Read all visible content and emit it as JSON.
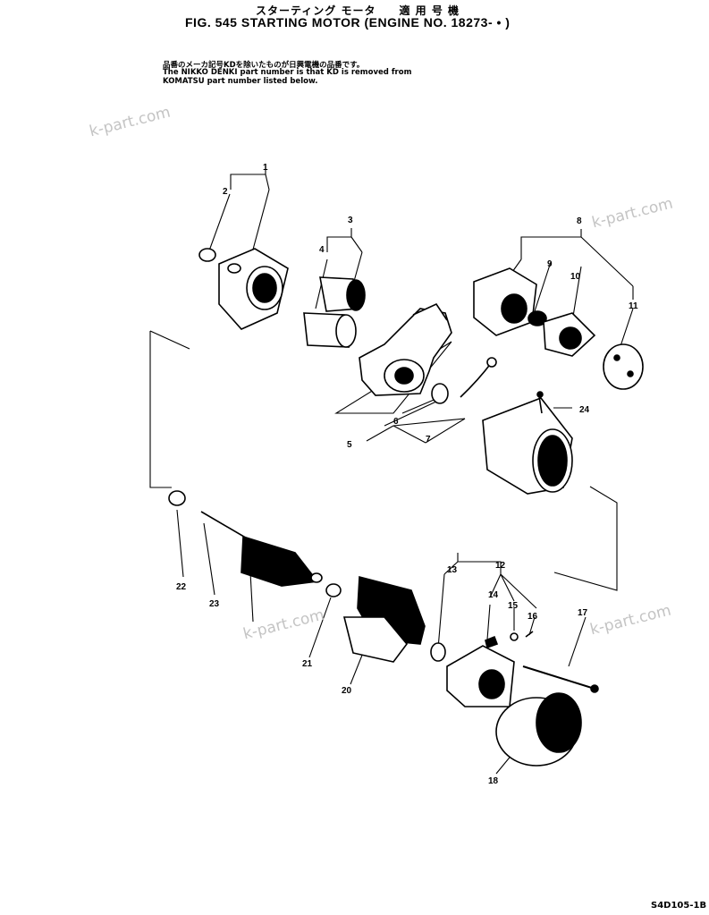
{
  "header": {
    "jp_title": "スターティング モータ　　適 用 号 機",
    "fig_title": "FIG. 545  STARTING MOTOR (ENGINE NO. 18273-  •  )"
  },
  "notes": {
    "jp": "品番のメーカ記号KDを除いたものが日興電機の品番です。",
    "en1": "The NIKKO DENKI part number is that KD is removed from",
    "en2": "KOMATSU part number listed below."
  },
  "watermarks": [
    "k-part.com",
    "k-part.com",
    "k-part.com",
    "k-part.com"
  ],
  "callouts": [
    "1",
    "2",
    "3",
    "4",
    "8",
    "9",
    "10",
    "11",
    "6",
    "5",
    "7",
    "24",
    "22",
    "23",
    "21",
    "20",
    "13",
    "12",
    "14",
    "15",
    "16",
    "17",
    "18"
  ],
  "figure_code": "S4D105-1B"
}
